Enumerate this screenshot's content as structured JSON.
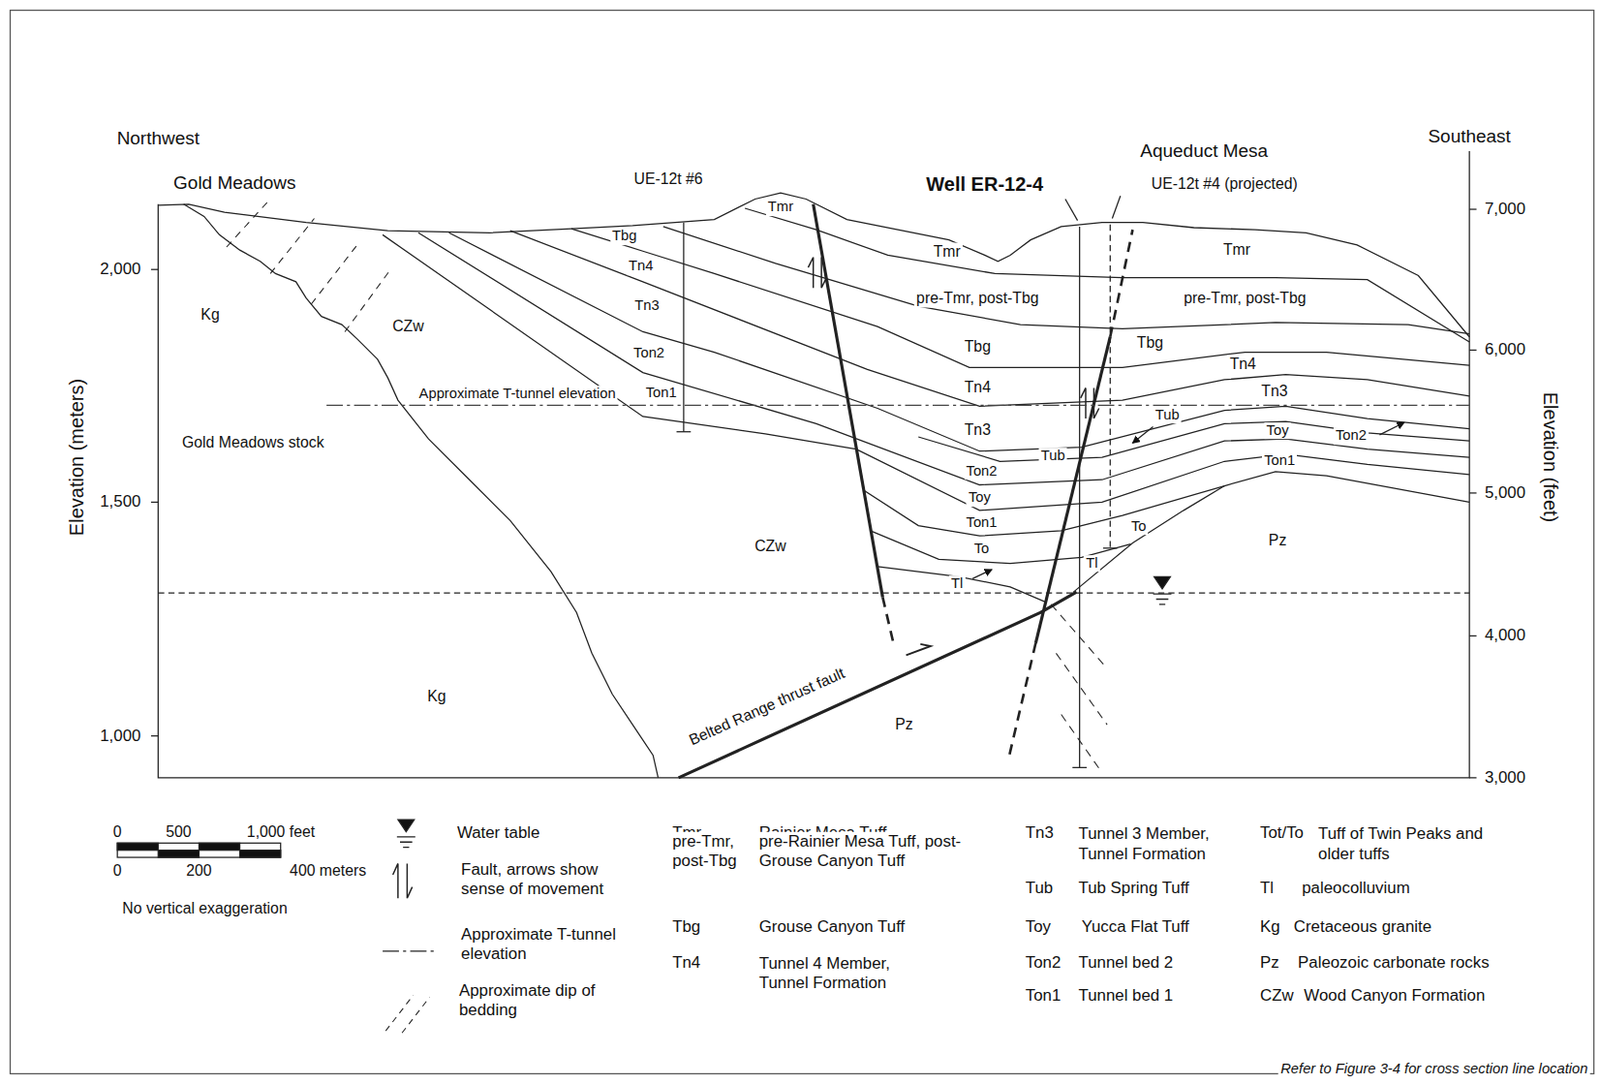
{
  "diagram": {
    "labels": [
      "Northwest",
      "Southeast",
      "Gold Meadows",
      "UE-12t #6",
      "Well ER-12-4",
      "Aqueduct Mesa",
      "UE-12t #4 (projected)",
      "2,000",
      "1,500",
      "1,000",
      "Elevation (meters)",
      "7,000",
      "6,000",
      "5,000",
      "4,000",
      "3,000",
      "Elevation (feet)",
      "Tmr",
      "Tmr",
      "Tmr",
      "Tbg",
      "Tbg",
      "Tbg",
      "Tn4",
      "Tn4",
      "Tn4",
      "Tn3",
      "Tn3",
      "Tn3",
      "Ton2",
      "Ton2",
      "Ton2",
      "Ton1",
      "Ton1",
      "Ton1",
      "pre-Tmr, post-Tbg",
      "pre-Tmr, post-Tbg",
      "Kg",
      "Kg",
      "CZw",
      "CZw",
      "Gold Meadows stock",
      "Approximate T-tunnel elevation",
      "Tub",
      "Tub",
      "Toy",
      "Toy",
      "To",
      "To",
      "Tl",
      "Tl",
      "Pz",
      "Pz",
      "Belted Range thrust fault",
      "0",
      "500",
      "1,000 feet",
      "0",
      "200",
      "400 meters",
      "No vertical exaggeration",
      "Tmr",
      "Rainier Mesa Tuff",
      "pre-Tmr, post-Tbg",
      "pre-Rainier Mesa Tuff, post-Grouse Canyon Tuff",
      "Tbg",
      "Grouse Canyon Tuff",
      "Tn4",
      "Tunnel 4 Member, Tunnel Formation",
      "Tn3",
      "Tunnel 3 Member, Tunnel Formation",
      "Tub",
      "Tub Spring Tuff",
      "Toy",
      "Yucca Flat Tuff",
      "Ton2",
      "Tunnel bed 2",
      "Ton1",
      "Tunnel bed 1",
      "Tot/To",
      "Tuff of Twin Peaks and older tuffs",
      "Tl",
      "paleocolluvium",
      "Kg",
      "Cretaceous granite",
      "Pz",
      "Paleozoic carbonate rocks",
      "CZw",
      "Wood Canyon Formation",
      "Refer to Figure 3-4 for cross section line location"
    ],
    "legend": [
      {
        "text": "Water table"
      },
      {
        "text": "Fault, arrows show sense of movement"
      },
      {
        "text": "Approximate T-tunnel elevation"
      },
      {
        "text": "Approximate dip of bedding"
      }
    ]
  }
}
